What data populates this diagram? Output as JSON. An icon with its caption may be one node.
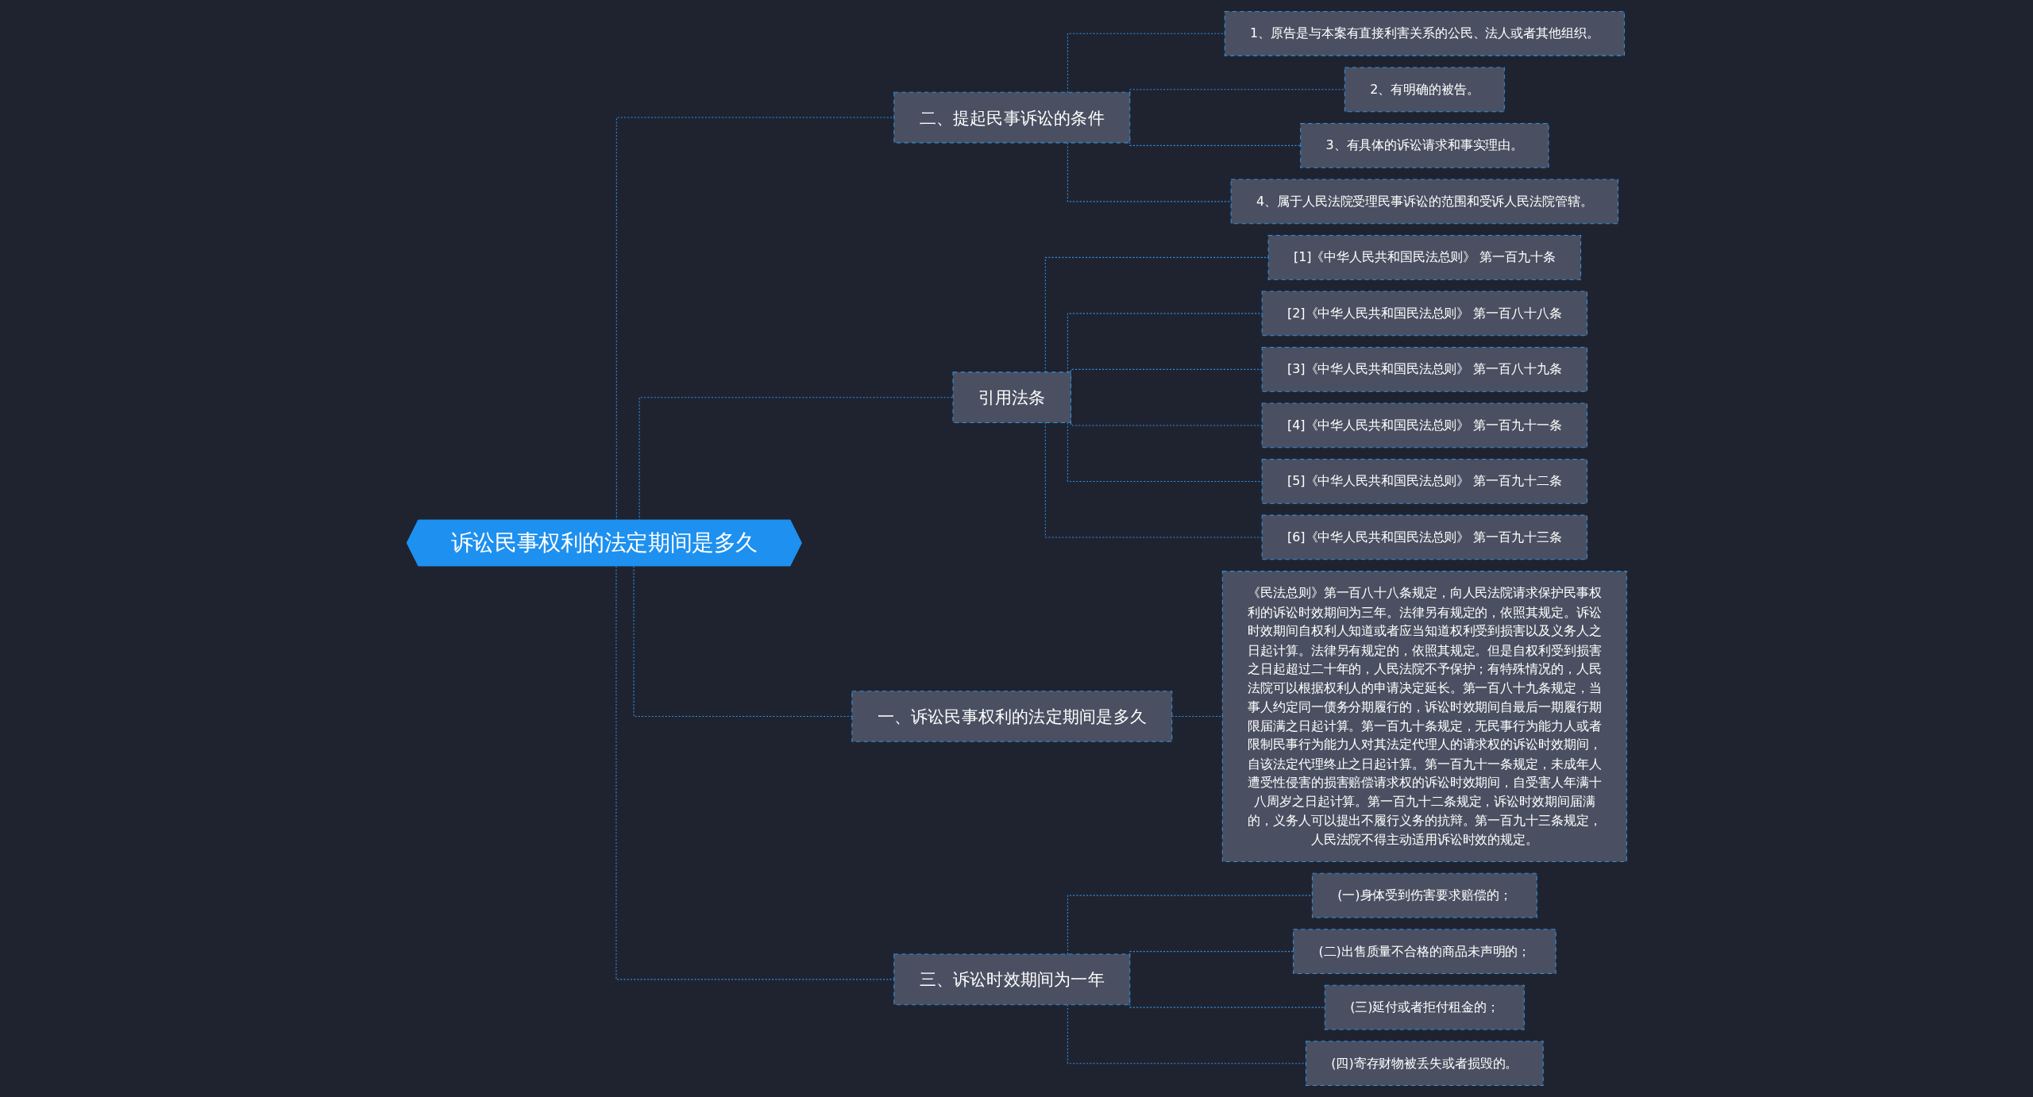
{
  "diagram": {
    "nodes": [
      {
        "text": [
          "诉讼民事权利的法定期间是多久"
        ]
      },
      {
        "text": [
          "二、提起民事诉讼的条件"
        ]
      },
      {
        "text": [
          "1、原告是与本案有直接利害关系的公民、法人或者其他组织。"
        ]
      },
      {
        "text": [
          "2、有明确的被告。"
        ]
      },
      {
        "text": [
          "3、有具体的诉讼请求和事实理由。"
        ]
      },
      {
        "text": [
          "4、属于人民法院受理民事诉讼的范围和受诉人民法院管辖。"
        ]
      },
      {
        "text": [
          "引用法条"
        ]
      },
      {
        "text": [
          "[1]《中华人民共和国民法总则》 第一百九十条"
        ]
      },
      {
        "text": [
          "[2]《中华人民共和国民法总则》 第一百八十八条"
        ]
      },
      {
        "text": [
          "[3]《中华人民共和国民法总则》 第一百八十九条"
        ]
      },
      {
        "text": [
          "[4]《中华人民共和国民法总则》 第一百九十一条"
        ]
      },
      {
        "text": [
          "[5]《中华人民共和国民法总则》 第一百九十二条"
        ]
      },
      {
        "text": [
          "[6]《中华人民共和国民法总则》 第一百九十三条"
        ]
      },
      {
        "text": [
          "一、诉讼民事权利的法定期间是多久"
        ]
      },
      {
        "text": [
          "《民法总则》第一百八十八条规定，向人民法院请求保护民事权利的诉讼时效期间为三年。法律另有规定的，依照其规定。诉讼时效期间自权利人知道或者应当知道权利受到损害以及义务人之日起计算。法律另有规定的，依照其规定。但是自权利受到损害之日起超过二十年的，人民法院不予保护；有特殊情况的，人民法院可以根据权利人的申请决定延长。第一百八十九条规定，当事人约定同一债务分期履行的，诉讼时效期间自最后一期履行期限届满之日起计算。第一百九十条规定，无民事行为能力人或者限制民事行为能力人对其法定代理人的请求权的诉讼时效期间，自该法定代理终止之日起计算。第一百九十一条规定，未成年人遭受性侵害的损害赔偿请求权的诉讼时效期间，自受害人年满十八周岁之日起计算。第一百九十二条规定，诉讼时效期间届满的，义务人可以提出不履行义务的抗辩。第一百九十三条规定，人民法院不得主动适用诉讼时效的规定。"
        ]
      },
      {
        "text": [
          "三、诉讼时效期间为一年"
        ]
      },
      {
        "text": [
          "(一)身体受到伤害要求赔偿的；"
        ]
      },
      {
        "text": [
          "(二)出售质量不合格的商品未声明的；"
        ]
      },
      {
        "text": [
          "(三)延付或者拒付租金的；"
        ]
      },
      {
        "text": [
          "(四)寄存财物被丢失或者损毁的。"
        ]
      }
    ],
    "edges": [
      {
        "from": 0,
        "to": 1,
        "arrow": "none",
        "style": "dashed"
      },
      {
        "from": 1,
        "to": 2,
        "arrow": "none",
        "style": "dashed"
      },
      {
        "from": 1,
        "to": 3,
        "arrow": "none",
        "style": "dashed"
      },
      {
        "from": 1,
        "to": 4,
        "arrow": "none",
        "style": "dashed"
      },
      {
        "from": 1,
        "to": 5,
        "arrow": "none",
        "style": "dashed"
      },
      {
        "from": 0,
        "to": 6,
        "arrow": "none",
        "style": "dashed"
      },
      {
        "from": 6,
        "to": 7,
        "arrow": "none",
        "style": "dashed"
      },
      {
        "from": 6,
        "to": 8,
        "arrow": "none",
        "style": "dashed"
      },
      {
        "from": 6,
        "to": 9,
        "arrow": "none",
        "style": "dashed"
      },
      {
        "from": 6,
        "to": 10,
        "arrow": "none",
        "style": "dashed"
      },
      {
        "from": 6,
        "to": 11,
        "arrow": "none",
        "style": "dashed"
      },
      {
        "from": 6,
        "to": 12,
        "arrow": "none",
        "style": "dashed"
      },
      {
        "from": 0,
        "to": 13,
        "arrow": "none",
        "style": "dashed"
      },
      {
        "from": 13,
        "to": 14,
        "arrow": "none",
        "style": "dashed"
      },
      {
        "from": 0,
        "to": 15,
        "arrow": "none",
        "style": "dashed"
      },
      {
        "from": 15,
        "to": 16,
        "arrow": "none",
        "style": "dashed"
      },
      {
        "from": 15,
        "to": 17,
        "arrow": "none",
        "style": "dashed"
      },
      {
        "from": 15,
        "to": 18,
        "arrow": "none",
        "style": "dashed"
      },
      {
        "from": 15,
        "to": 19,
        "arrow": "none",
        "style": "dashed"
      }
    ]
  }
}
